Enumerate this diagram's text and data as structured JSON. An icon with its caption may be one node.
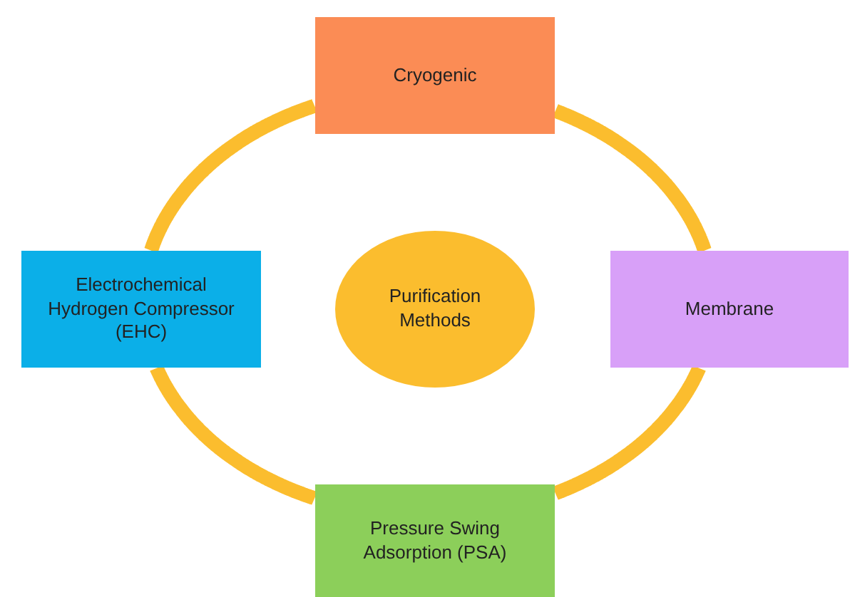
{
  "diagram": {
    "nodes": [
      {
        "text": [
          "Cryogenic"
        ]
      },
      {
        "text": [
          "Electrochemical Hydrogen Compressor (EHC)"
        ]
      },
      {
        "text": [
          "Purification Methods"
        ]
      },
      {
        "text": [
          "Membrane"
        ]
      },
      {
        "text": [
          "Pressure Swing Adsorption (PSA)"
        ]
      }
    ],
    "edges": [
      {
        "from": 0,
        "to": 3,
        "arrow": "none"
      },
      {
        "from": 3,
        "to": 4,
        "arrow": "none"
      },
      {
        "from": 4,
        "to": 1,
        "arrow": "none"
      },
      {
        "from": 1,
        "to": 0,
        "arrow": "none"
      }
    ]
  }
}
